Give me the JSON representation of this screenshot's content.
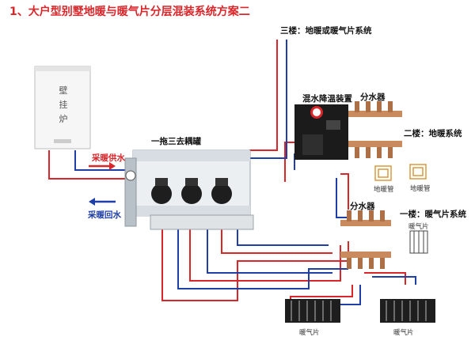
{
  "title": "1、大户型别墅地暖与暖气片分层混装系统方案二",
  "labels": {
    "boiler": "壁挂炉",
    "supply": "采暖供水",
    "return": "采暖回水",
    "tank": "一拖三去耦罐",
    "floor3": "三楼：地暖或暖气片系统",
    "mixing": "混水降温装置",
    "manifold_upper": "分水器",
    "floor2": "二楼：地暖系统",
    "floor_heat_a": "地暖管",
    "floor_heat_b": "地暖管",
    "manifold_lower": "分水器",
    "floor1": "一楼：暖气片系统",
    "radiator_a": "暖气片",
    "radiator_b": "暖气片",
    "radiator_c": "暖气片"
  },
  "colors": {
    "title": "#d8262a",
    "supply": "#d8262a",
    "return": "#1f3fa8",
    "copper": "#c98a5e"
  }
}
